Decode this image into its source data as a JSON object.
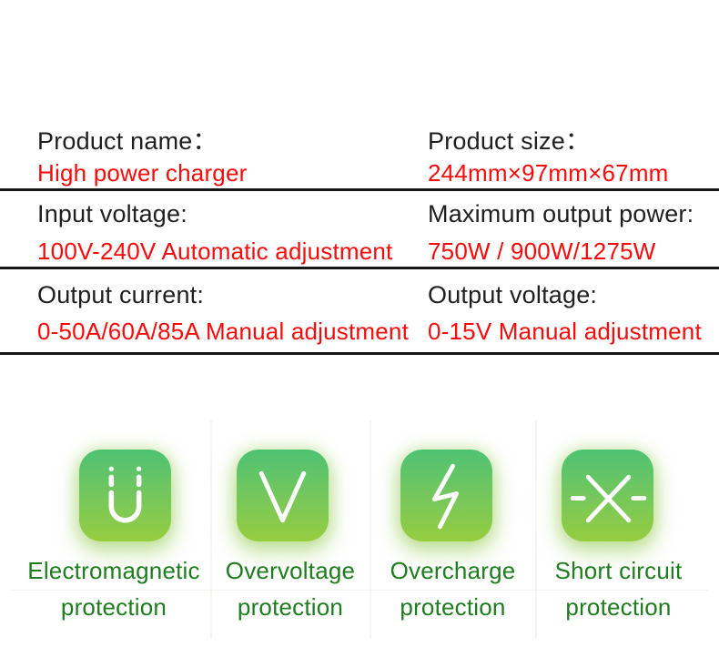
{
  "colors": {
    "value_red": "#fa0a0a",
    "label_black": "#1f1f1f",
    "feature_green": "#1e7d1e",
    "icon_gradient_top": "#4ec273",
    "icon_gradient_bottom": "#96cd40",
    "divider_black": "#161616"
  },
  "spec_table": {
    "rows": [
      {
        "left": {
          "label": "Product name：",
          "value": "High power charger"
        },
        "right": {
          "label": "Product size：",
          "value": "244mm×97mm×67mm"
        }
      },
      {
        "left": {
          "label": "Input voltage:",
          "value": "100V-240V Automatic adjustment"
        },
        "right": {
          "label": "Maximum output power:",
          "value": "750W / 900W/1275W"
        }
      },
      {
        "left": {
          "label": "Output current:",
          "value": "0-50A/60A/85A Manual adjustment"
        },
        "right": {
          "label": "Output voltage:",
          "value": "0-15V Manual adjustment"
        }
      }
    ]
  },
  "features": [
    {
      "icon": "magnet-icon",
      "line1": "Electromagnetic",
      "line2": "protection"
    },
    {
      "icon": "overvoltage-icon",
      "line1": "Overvoltage",
      "line2": "protection"
    },
    {
      "icon": "lightning-icon",
      "line1": "Overcharge",
      "line2": "protection"
    },
    {
      "icon": "short-circuit-icon",
      "line1": "Short circuit",
      "line2": "protection"
    }
  ]
}
